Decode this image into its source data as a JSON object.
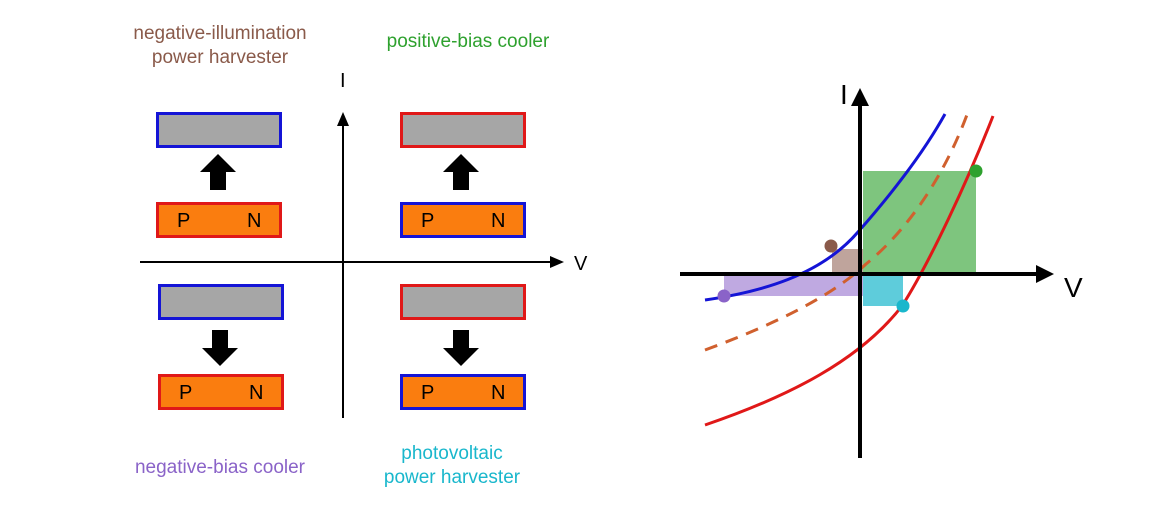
{
  "captions": {
    "top_left": [
      "negative-illumination",
      "power  harvester"
    ],
    "top_right": "positive-bias  cooler",
    "bottom_left": "negative-bias  cooler",
    "bottom_right": [
      "photovoltaic",
      "power harvester"
    ]
  },
  "diagram_axes": {
    "x": "V",
    "y": "I"
  },
  "junction_labels": {
    "p": "P",
    "n": "N"
  },
  "plot_axes": {
    "x": "V",
    "y": "I"
  },
  "colors": {
    "brown": "#8a5a4a",
    "green": "#2ea12e",
    "purple": "#8a63c8",
    "cyan": "#19b7cc",
    "red_border": "#e01818",
    "blue_border": "#1414d6",
    "plate_gray": "#a6a6a6",
    "junction_orange": "#fa7d0f"
  }
}
